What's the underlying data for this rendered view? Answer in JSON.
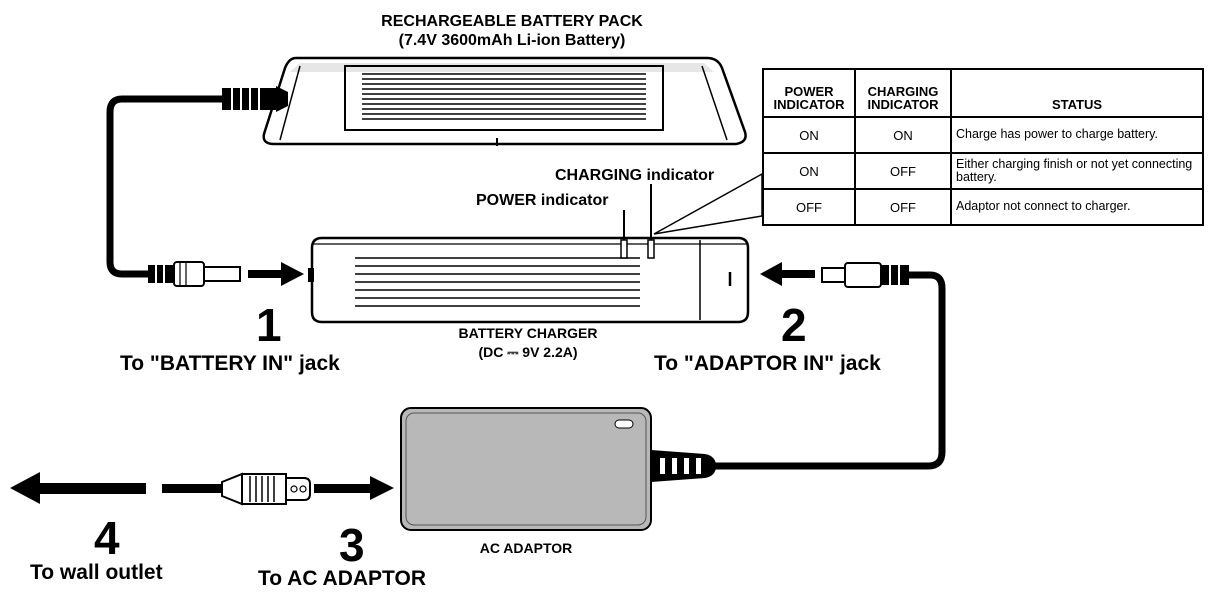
{
  "battery_pack": {
    "title": "RECHARGEABLE  BATTERY  PACK",
    "subtitle": "(7.4V 3600mAh Li-ion Battery)"
  },
  "indicators": {
    "charging": "CHARGING indicator",
    "power": "POWER indicator"
  },
  "charger": {
    "title": "BATTERY CHARGER",
    "spec_prefix": "(DC ",
    "spec_symbol": "⎓",
    "spec_suffix": " 9V 2.2A)"
  },
  "adaptor": {
    "label": "AC ADAPTOR"
  },
  "steps": [
    {
      "number": "1",
      "text": "To \"BATTERY IN\" jack"
    },
    {
      "number": "2",
      "text": "To \"ADAPTOR IN\" jack"
    },
    {
      "number": "3",
      "text": "To AC ADAPTOR"
    },
    {
      "number": "4",
      "text": "To wall outlet"
    }
  ],
  "status_table": {
    "headers": [
      "POWER INDICATOR",
      "CHARGING INDICATOR",
      "STATUS"
    ],
    "header_lines": [
      [
        "POWER",
        "INDICATOR"
      ],
      [
        "CHARGING",
        "INDICATOR"
      ],
      [
        "STATUS"
      ]
    ],
    "rows": [
      [
        "ON",
        "ON",
        "Charge has power to charge battery."
      ],
      [
        "ON",
        "OFF",
        "Either charging finish or not yet connecting battery."
      ],
      [
        "OFF",
        "OFF",
        "Adaptor not connect to charger."
      ]
    ]
  }
}
